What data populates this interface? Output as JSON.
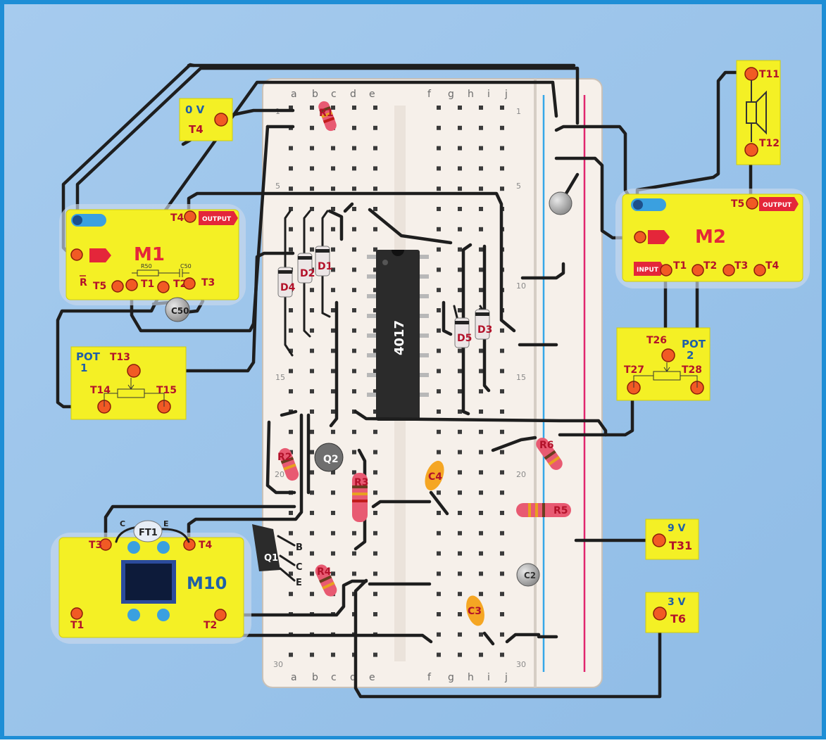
{
  "board": {
    "columns_left": [
      "a",
      "b",
      "c",
      "d",
      "e"
    ],
    "columns_right": [
      "f",
      "g",
      "h",
      "i",
      "j"
    ],
    "row_labels": [
      "1",
      "5",
      "10",
      "15",
      "20",
      "30"
    ],
    "ic_label": "4017"
  },
  "modules": {
    "m1": {
      "name": "M1",
      "t4": "T4",
      "output": "OUTPUT",
      "t5": "T5",
      "t1": "T1",
      "t2": "T2",
      "t3": "T3",
      "r_bar": "R",
      "r50": "R50",
      "c50": "C50",
      "c50_cap": "C50"
    },
    "m2": {
      "name": "M2",
      "t5": "T5",
      "output": "OUTPUT",
      "input": "INPUT",
      "t1": "T1",
      "t2": "T2",
      "t3": "T3",
      "t4": "T4"
    },
    "m10": {
      "name": "M10",
      "t1": "T1",
      "t2": "T2",
      "t3": "T3",
      "t4": "T4",
      "ft1": "FT1",
      "c": "C",
      "e": "E"
    },
    "pot1": {
      "title": "POT",
      "num": "1",
      "t13": "T13",
      "t14": "T14",
      "t15": "T15"
    },
    "pot2": {
      "title": "POT",
      "num": "2",
      "t26": "T26",
      "t27": "T27",
      "t28": "T28"
    },
    "speaker": {
      "t11": "T11",
      "t12": "T12"
    },
    "supply_0v": {
      "v": "0 V",
      "t": "T4"
    },
    "supply_9v": {
      "v": "9 V",
      "t": "T31"
    },
    "supply_3v": {
      "v": "3 V",
      "t": "T6"
    }
  },
  "components": {
    "r1": "R1",
    "r2": "R2",
    "r3": "R3",
    "r4": "R4",
    "r5": "R5",
    "r6": "R6",
    "d1": "D1",
    "d2": "D2",
    "d3": "D3",
    "d4": "D4",
    "d5": "D5",
    "c2": "C2",
    "c3": "C3",
    "c4": "C4",
    "q1": "Q1",
    "q2": "Q2",
    "q1_b": "B",
    "q1_c": "C",
    "q1_e": "E"
  }
}
